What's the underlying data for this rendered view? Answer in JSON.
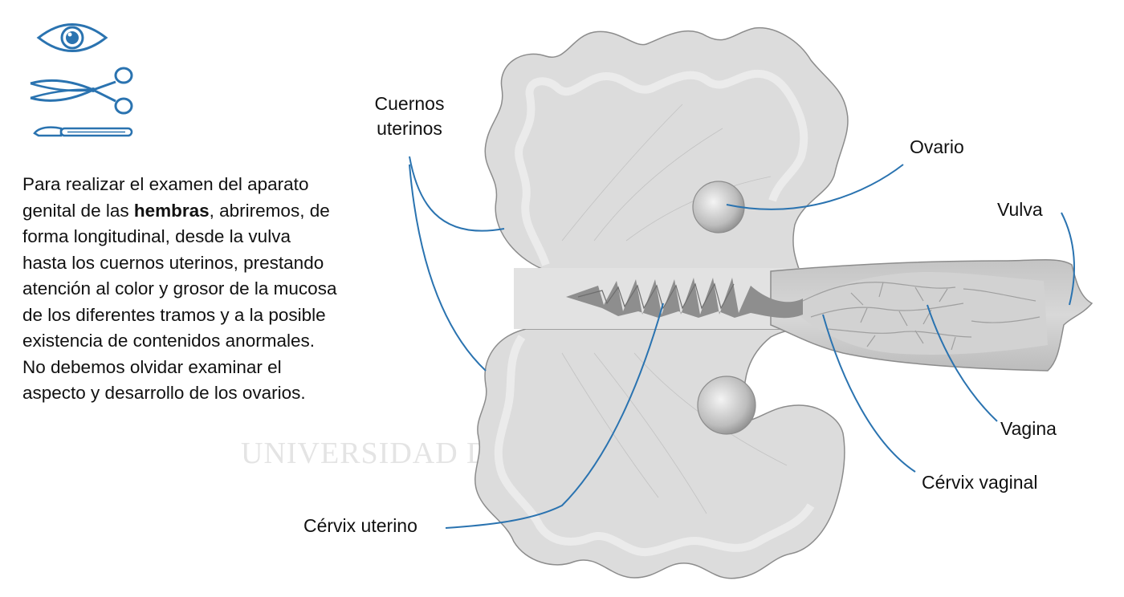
{
  "colors": {
    "accent": "#2a73b0",
    "organ": "#dcdcdc",
    "organ_edge": "#8c8c8c"
  },
  "icons": [
    "eye-icon",
    "scissors-icon",
    "scalpel-icon"
  ],
  "description": {
    "before": "Para realizar el examen del aparato genital de las ",
    "bold": "hembras",
    "after": ",  abriremos, de forma longitudinal, desde la vulva hasta los cuernos uterinos, prestando atención al color y grosor de la mucosa de los diferentes tramos y a la posible existencia de contenidos anormales. No debemos olvidar examinar el aspecto y desarrollo de los ovarios."
  },
  "watermark": "UNIVERSIDAD DE CÓRDOBA",
  "labels": {
    "cuernos_uterinos_1": "Cuernos",
    "cuernos_uterinos_2": "uterinos",
    "ovario": "Ovario",
    "vulva": "Vulva",
    "vagina": "Vagina",
    "cervix_vaginal": "Cérvix vaginal",
    "cervix_uterino": "Cérvix uterino"
  }
}
